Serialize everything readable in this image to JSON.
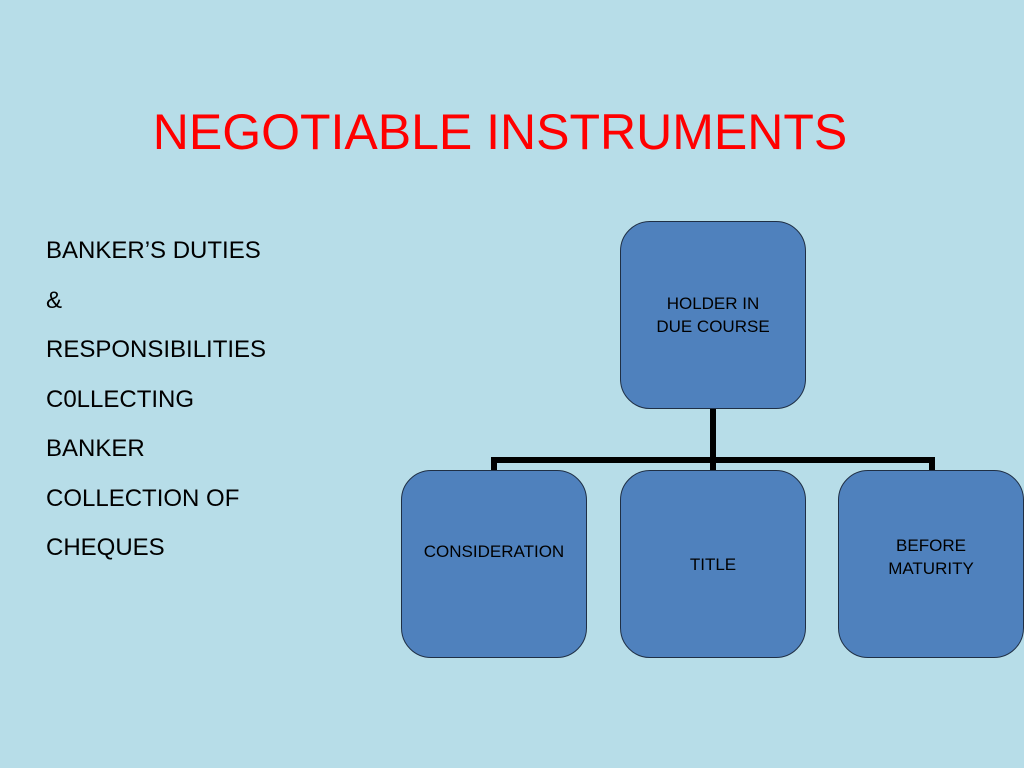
{
  "slide": {
    "title": "NEGOTIABLE INSTRUMENTS",
    "bullets": [
      "BANKER’S DUTIES",
      "&",
      "RESPONSIBILITIES",
      "C0LLECTING",
      "BANKER",
      "COLLECTION OF",
      "CHEQUES"
    ]
  },
  "diagram": {
    "root": {
      "label": "HOLDER IN DUE COURSE"
    },
    "children": [
      {
        "label": "CONSIDERATION"
      },
      {
        "label": "TITLE"
      },
      {
        "label": "BEFORE MATURITY"
      }
    ]
  },
  "colors": {
    "background": "#b7dde8",
    "title": "#ff0000",
    "node_fill": "#4f81bd",
    "connector": "#000000"
  }
}
